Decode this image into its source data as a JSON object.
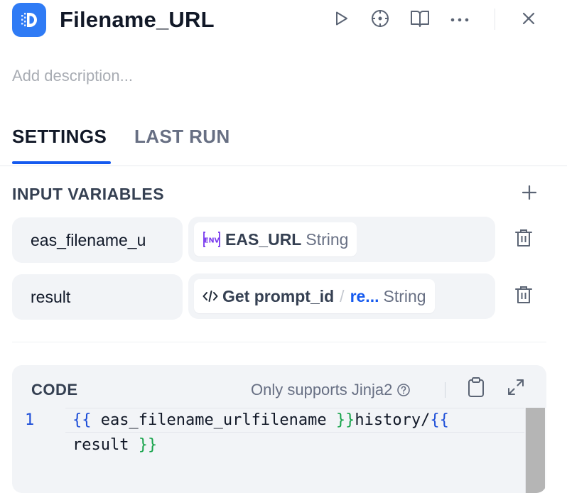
{
  "header": {
    "title": "Filename_URL",
    "icons": {
      "app": "code-node-icon",
      "run": "play-icon",
      "locate": "crosshair-icon",
      "docs": "book-icon",
      "more": "more-horizontal-icon",
      "close": "close-icon"
    }
  },
  "description": {
    "placeholder": "Add description..."
  },
  "tabs": [
    {
      "label": "SETTINGS",
      "active": true
    },
    {
      "label": "LAST RUN",
      "active": false
    }
  ],
  "input_variables": {
    "title": "INPUT VARIABLES",
    "rows": [
      {
        "name": "eas_filename_u",
        "value_badge": "ENV",
        "value_label": "EAS_URL",
        "value_ref": "",
        "value_type": "String"
      },
      {
        "name": "result",
        "value_node": "Get prompt_id",
        "value_separator": "/",
        "value_ref": "re...",
        "value_type": "String"
      }
    ]
  },
  "code": {
    "title": "CODE",
    "hint": "Only supports Jinja2",
    "line_number": "1",
    "lines": {
      "part1_open": "{{",
      "part1_var": " eas_filename_urlfilename ",
      "part1_close": "}}",
      "part2_text": "history/",
      "part2_open": "{{",
      "part3_var": "result ",
      "part3_close": "}}"
    }
  },
  "colors": {
    "accent": "#155aef",
    "app_icon_bg": "#2f7bf5",
    "env_badge": "#7839ee"
  }
}
